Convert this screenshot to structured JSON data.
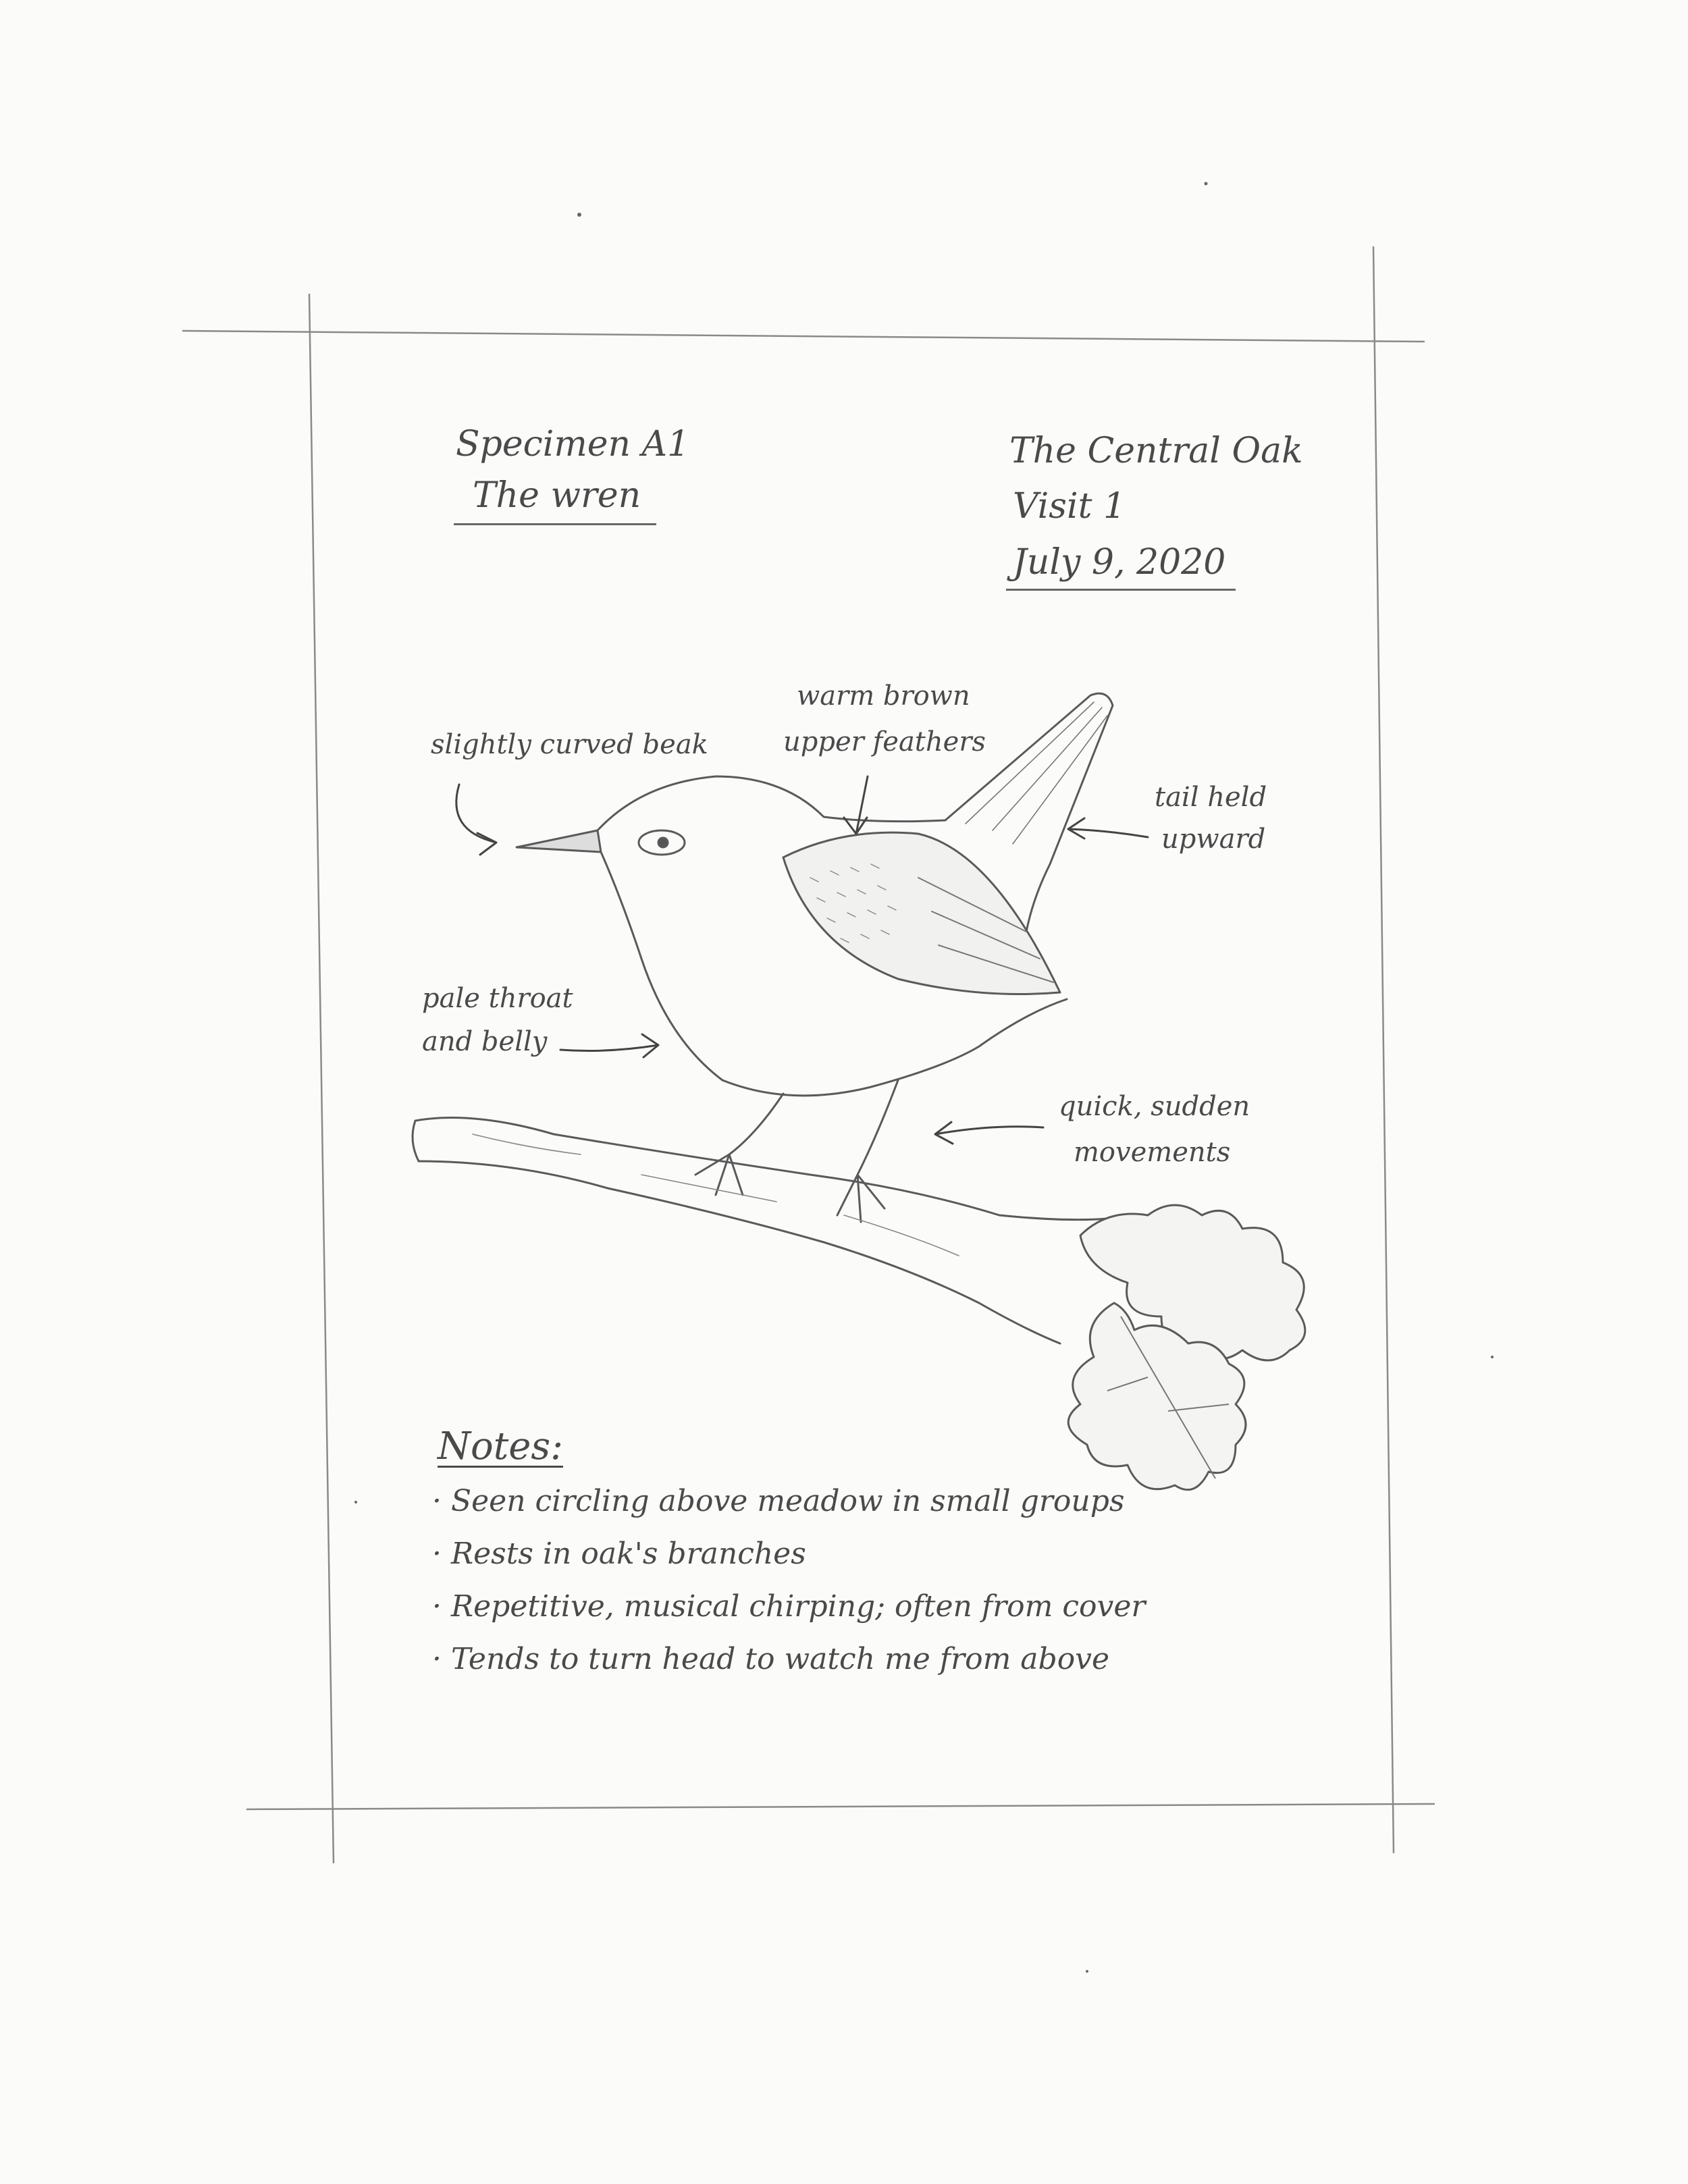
{
  "header_left": {
    "line1": "Specimen A1",
    "line2": "The wren"
  },
  "header_right": {
    "line1": "The Central Oak",
    "line2": "Visit 1",
    "line3": "July 9, 2020"
  },
  "labels": {
    "beak": "slightly curved beak",
    "feathers_1": "warm brown",
    "feathers_2": "upper feathers",
    "tail_1": "tail held",
    "tail_2": "upward",
    "throat_1": "pale throat",
    "throat_2": "and belly",
    "movement_1": "quick, sudden",
    "movement_2": "movements"
  },
  "notes": {
    "title": "Notes:",
    "items": [
      "Seen circling above meadow in small groups",
      "Rests in oak's branches",
      "Repetitive, musical chirping; often from cover",
      "Tends to turn head to watch me from above"
    ]
  },
  "colors": {
    "paper": "#fbfbfa",
    "pencil": "#4a4a4a",
    "frame_line": "#8a8a8a"
  }
}
